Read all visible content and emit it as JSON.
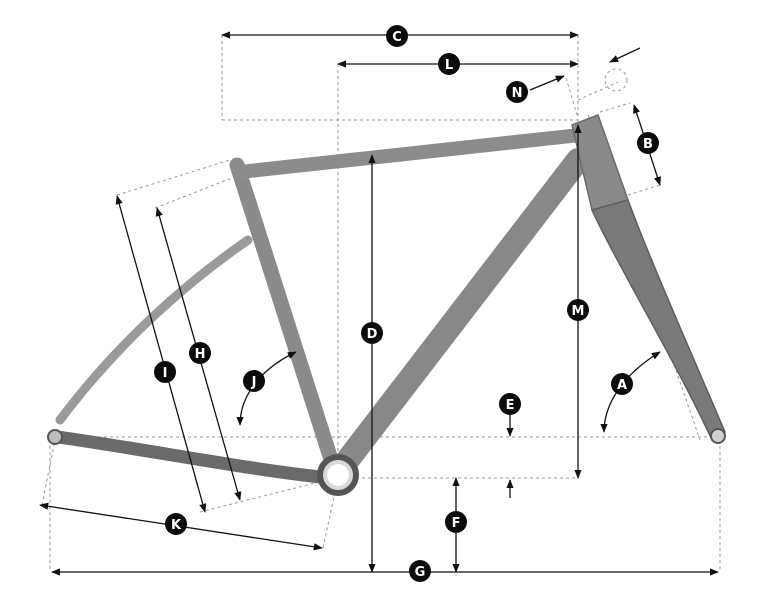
{
  "labels": {
    "a": "A",
    "b": "B",
    "c": "C",
    "d": "D",
    "e": "E",
    "f": "F",
    "g": "G",
    "h": "H",
    "i": "I",
    "j": "J",
    "k": "K",
    "l": "L",
    "m": "M",
    "n": "N"
  },
  "colors": {
    "frame_light": "#9b9b9b",
    "frame_dark": "#5e5e5e",
    "dimension_line": "#111111",
    "construction_line": "#9a9a9a",
    "label_badge": "#0b0b0b",
    "label_text": "#ffffff"
  }
}
